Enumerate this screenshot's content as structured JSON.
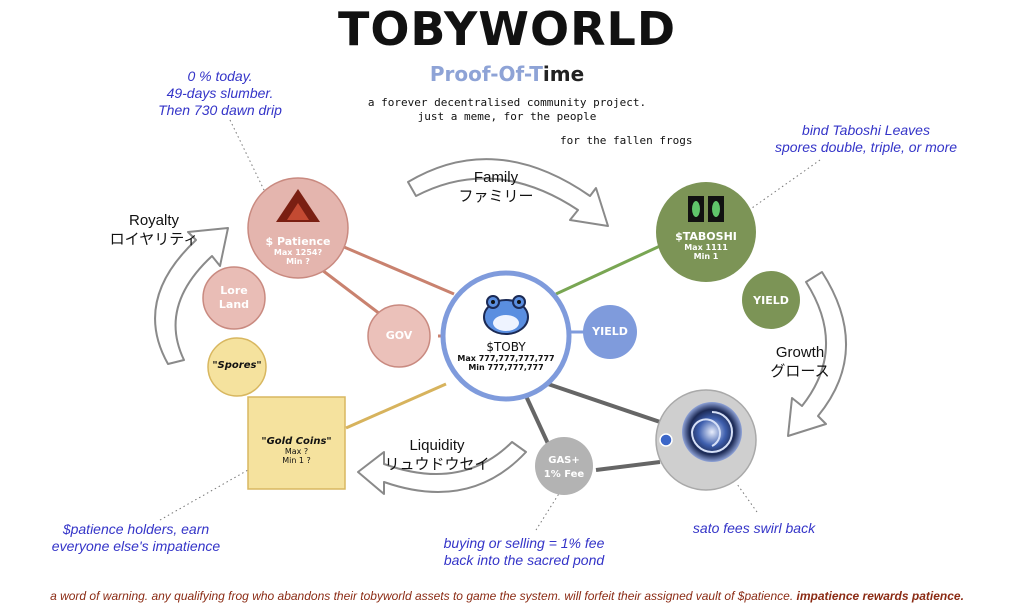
{
  "header": {
    "title": "TOBYWORLD",
    "subtitle_main": "Proof-Of-T",
    "subtitle_tail": "ime",
    "tagline_1": "a forever decentralised community project.",
    "tagline_2": "just a meme, for the people",
    "fallen_frogs": "for the fallen frogs"
  },
  "notes": {
    "patience_top": [
      "0 % today.",
      "49-days slumber.",
      "Then 730 dawn drip"
    ],
    "taboshi_top": [
      "bind Taboshi Leaves",
      "spores double, triple, or more"
    ],
    "patience_holders": [
      "$patience holders, earn",
      "everyone else's impatience"
    ],
    "fee_note": [
      "buying or selling = 1% fee",
      "back into the sacred pond"
    ],
    "sato_note": "sato fees swirl back"
  },
  "cycle_labels": {
    "family": [
      "Family",
      "ファミリー"
    ],
    "royalty": [
      "Royalty",
      "ロイヤリティ"
    ],
    "growth": [
      "Growth",
      "グロース"
    ],
    "liquidity": [
      "Liquidity",
      "リュウドウセイ"
    ]
  },
  "nodes": {
    "toby": {
      "name": "$TOBY",
      "max": "Max 777,777,777,777",
      "min": "Min 777,777,777"
    },
    "patience": {
      "name": "$ Patience",
      "max": "Max 1254?",
      "min": "Min ?"
    },
    "taboshi": {
      "name": "$TABOSHI",
      "max": "Max 1111",
      "min": "Min 1"
    },
    "lore_land": [
      "Lore",
      "Land"
    ],
    "gov": "GOV",
    "yield_center": "YIELD",
    "yield_taboshi": "YIELD",
    "spores": "\"Spores\"",
    "gold_coins": {
      "name": "\"Gold Coins\"",
      "max": "Max ?",
      "min": "Min 1 ?"
    },
    "gas": [
      "GAS+",
      "1% Fee"
    ]
  },
  "footer": {
    "warning": "a word of warning. any qualifying frog who abandons their tobyworld assets to game the system. will forfeit their assigned vault of $patience.",
    "warning_bold": "impatience rewards patience."
  },
  "colors": {
    "toby_ring": "#7f9bdc",
    "patience": "#e4b5ae",
    "patience_border": "#c98a80",
    "taboshi": "#7c9456",
    "yield_blue": "#7f9bdc",
    "gold": "#f5e29e",
    "gold_border": "#d8b760",
    "gas": "#b3b3b3",
    "note_blue": "#3434c8",
    "warning_red": "#8b2b14"
  }
}
